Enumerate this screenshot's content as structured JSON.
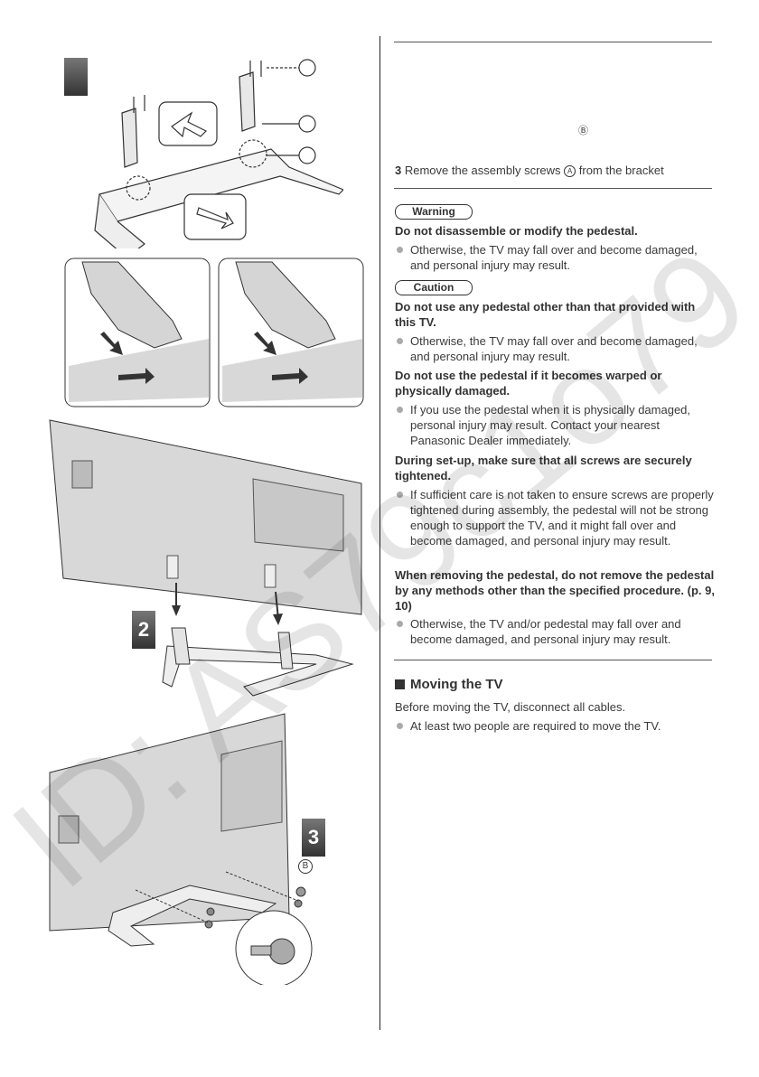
{
  "right_column": {
    "step3_label_b": "Ⓑ",
    "step3_number": "3",
    "step3_text": " Remove the assembly screws ",
    "step3_letter": "A",
    "step3_tail": " from the bracket",
    "warning_label": "Warning",
    "warning_heading": "Do not disassemble or modify the pedestal.",
    "warning_bullet": "Otherwise, the TV may fall over and become damaged, and personal injury may result.",
    "caution_label": "Caution",
    "caution_heading1": "Do not use any pedestal other than that provided with this TV.",
    "caution_bullet1": "Otherwise, the TV may fall over and become damaged, and personal injury may result.",
    "caution_heading2": "Do not use the pedestal if it becomes warped or physically damaged.",
    "caution_bullet2": "If you use the pedestal when it is physically damaged, personal injury may result. Contact your nearest Panasonic Dealer immediately.",
    "caution_heading3": "During set-up, make sure that all screws are securely tightened.",
    "caution_bullet3": "If sufficient care is not taken to ensure screws are properly tightened during assembly, the pedestal will not be strong enough to support the TV, and it might fall over and become damaged, and personal injury may result.",
    "caution_heading4": "When removing the pedestal, do not remove the pedestal by any methods other than the specified procedure. (p. 9, 10)",
    "caution_bullet4": "Otherwise, the TV and/or pedestal may fall over and become damaged, and personal injury may result.",
    "moving_title": "Moving the TV",
    "moving_text": "Before moving the TV, disconnect all cables.",
    "moving_bullet": "At least two people are required to move the TV."
  },
  "left_column": {
    "step2_number": "2",
    "step3_number": "3",
    "callout_b": "B"
  },
  "watermark": "ID: AS79c1o79"
}
